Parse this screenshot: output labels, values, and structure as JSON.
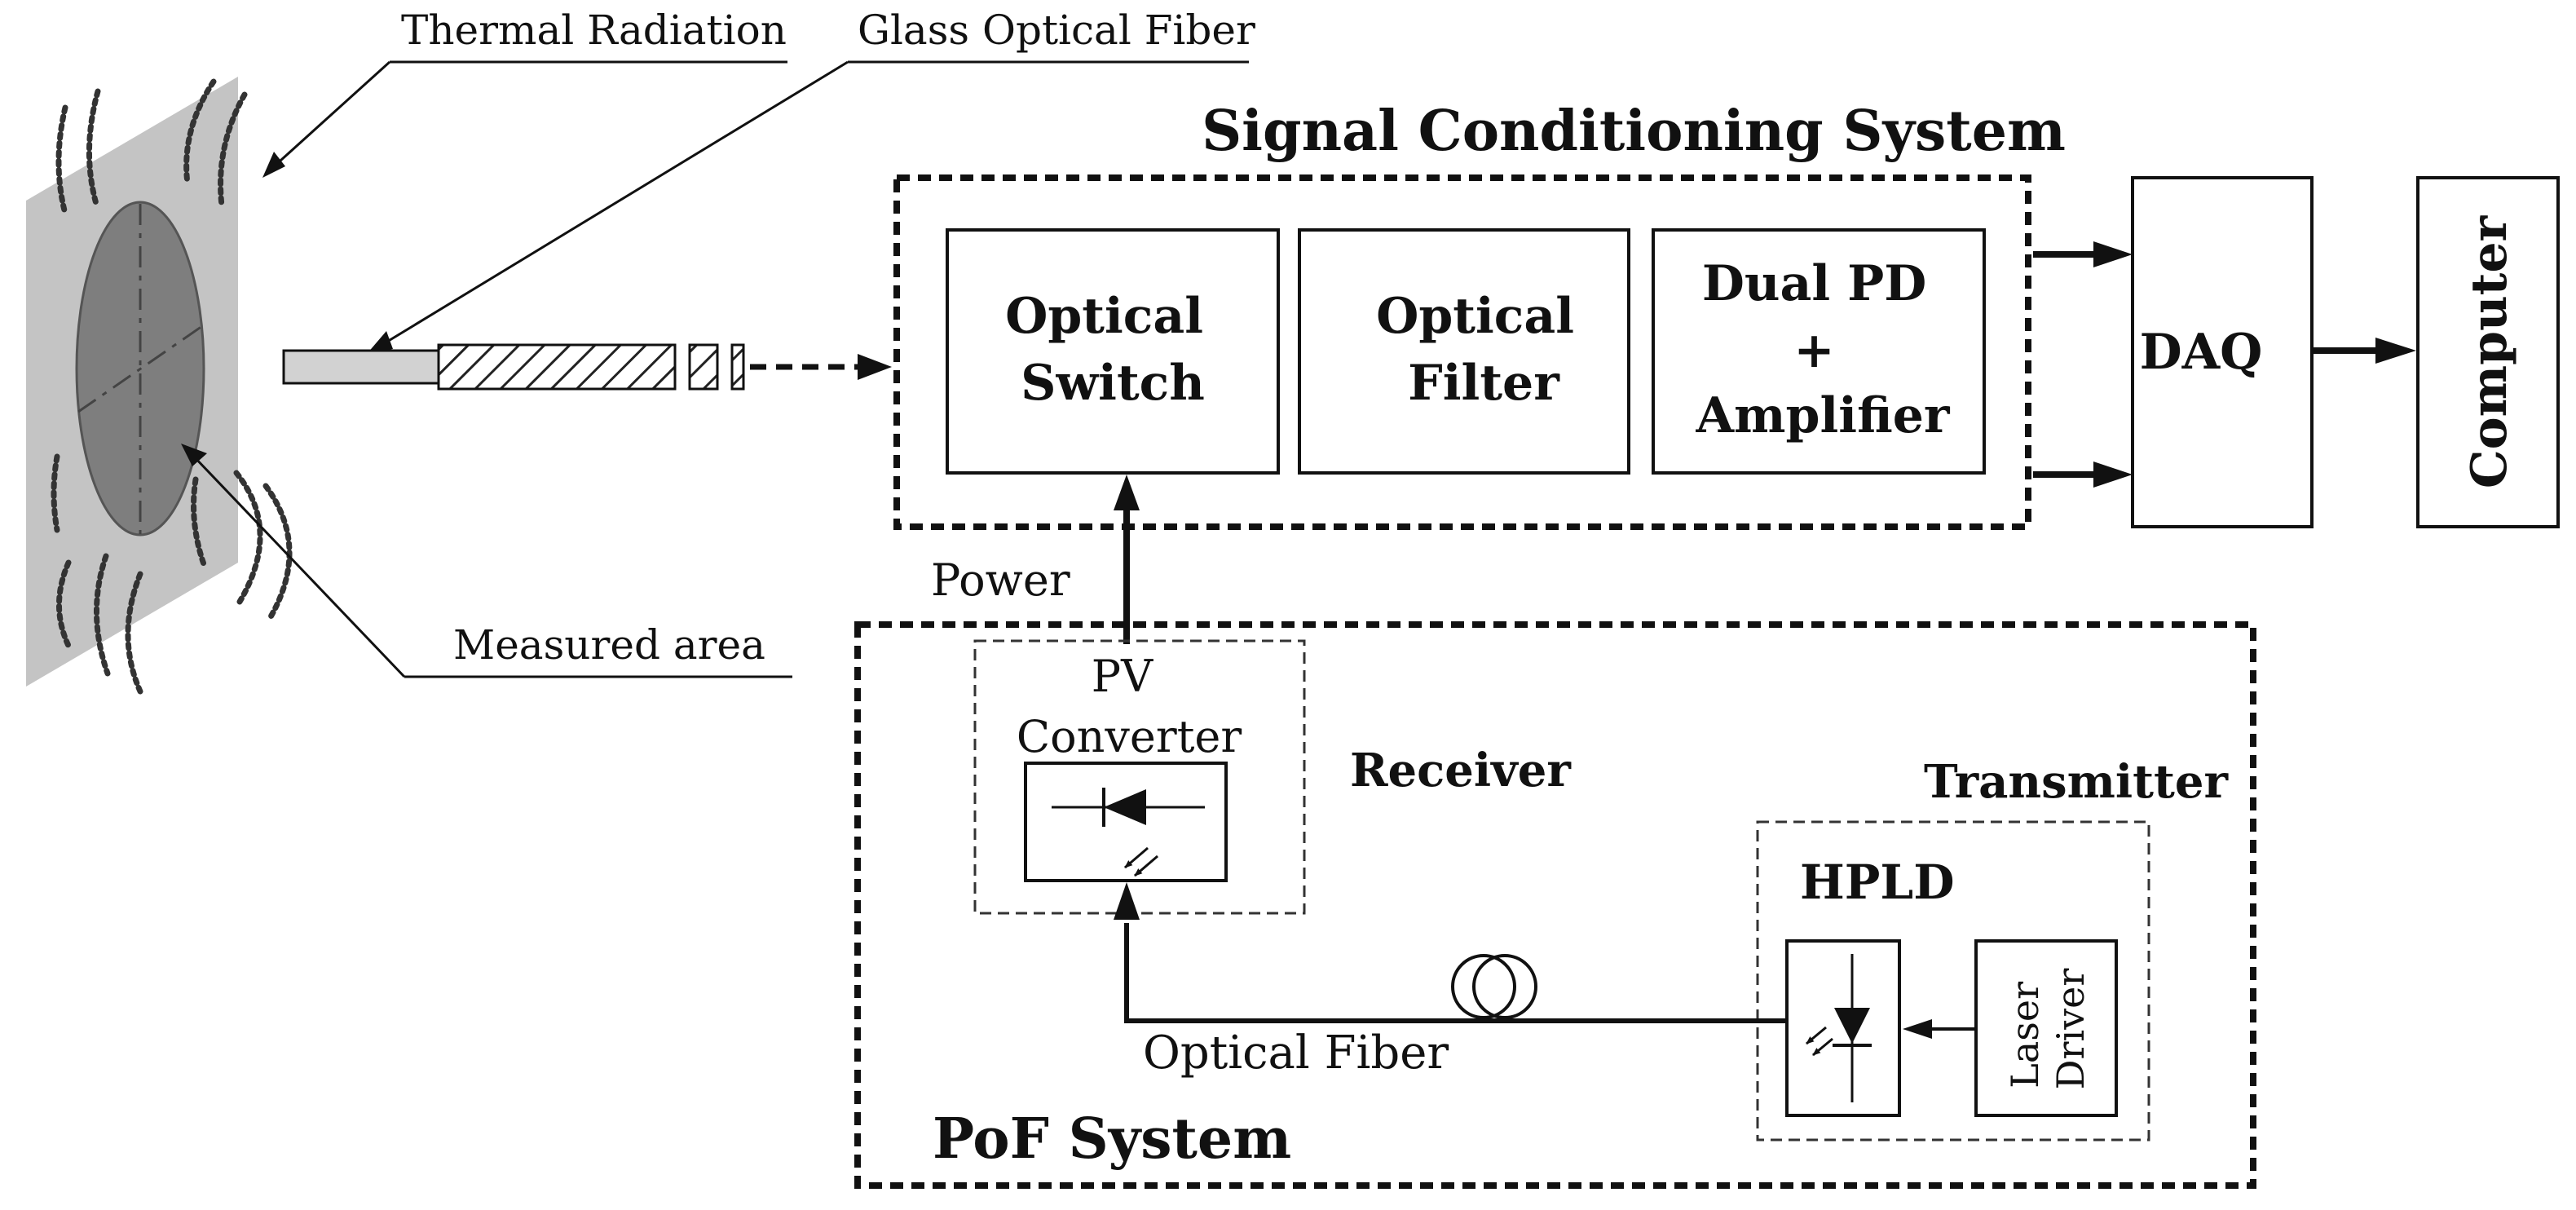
{
  "labels": {
    "thermal_radiation": "Thermal Radiation",
    "glass_optical_fiber": "Glass Optical Fiber",
    "measured_area": "Measured area",
    "signal_conditioning_system": "Signal Conditioning System",
    "power": "Power",
    "pv_line1": "PV",
    "pv_line2": "Converter",
    "receiver": "Receiver",
    "transmitter": "Transmitter",
    "hpld": "HPLD",
    "optical_fiber": "Optical Fiber",
    "pof_system": "PoF System"
  },
  "blocks": {
    "optical_switch": [
      "Optical",
      "Switch"
    ],
    "optical_filter": [
      "Optical",
      "Filter"
    ],
    "dual_pd": [
      "Dual PD",
      "+",
      "Amplifier"
    ],
    "daq": "DAQ",
    "computer": "Computer",
    "laser_driver": [
      "Laser",
      "Driver"
    ]
  }
}
